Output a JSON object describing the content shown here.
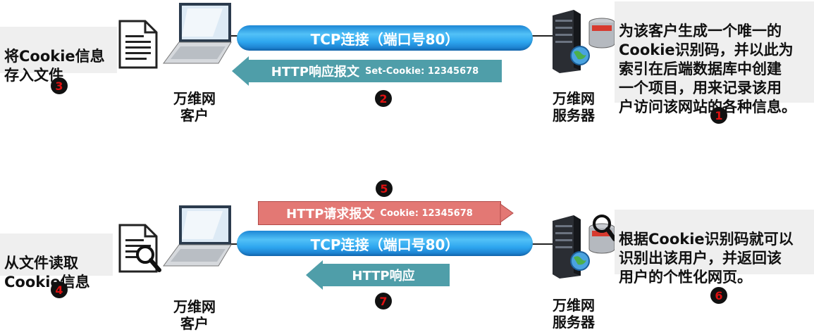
{
  "top": {
    "client_note": "将Cookie信息\n存入文件",
    "client_label": "万维网\n客户",
    "server_label": "万维网\n服务器",
    "tcp_label": "TCP连接（端口号80）",
    "response_main": "HTTP响应报文",
    "response_sub": "Set-Cookie: 12345678",
    "server_note": "为该客户生成一个唯一的\nCookie识别码，并以此为\n索引在后端数据库中创建\n一个项目，用来记录该用\n户访问该网站的各种信息。",
    "step_server": "1",
    "step_response": "2",
    "step_client": "3"
  },
  "bottom": {
    "client_note": "从文件读取\nCookie信息",
    "client_label": "万维网\n客户",
    "server_label": "万维网\n服务器",
    "tcp_label": "TCP连接（端口号80）",
    "request_main": "HTTP请求报文",
    "request_sub": "Cookie: 12345678",
    "response_main": "HTTP响应",
    "server_note": "根据Cookie识别码就可以\n识别出该用户，并返回该\n用户的个性化网页。",
    "step_client": "4",
    "step_request": "5",
    "step_server": "6",
    "step_response": "7"
  },
  "icons": [
    "document-icon",
    "document-magnifier-icon",
    "laptop-icon",
    "server-icon",
    "database-icon",
    "globe-icon",
    "magnifier-icon"
  ],
  "colors": {
    "tcp": "#2ea6ef",
    "response": "#4f9ea9",
    "request": "#e37874",
    "note_bg": "#efefef",
    "badge": "#111111",
    "badge_text": "#d11111"
  }
}
